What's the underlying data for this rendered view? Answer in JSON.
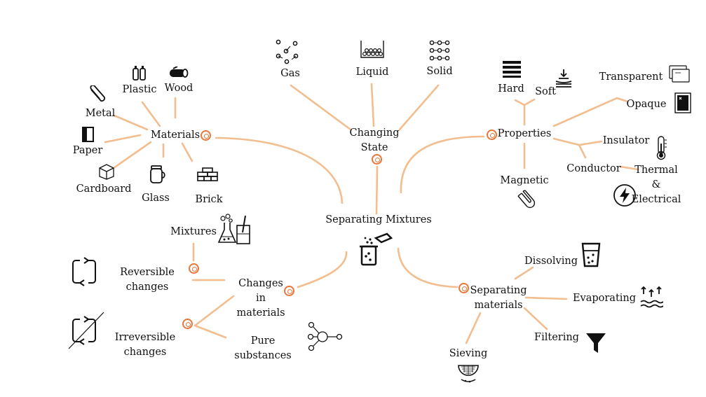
{
  "diagram": {
    "center": {
      "label": "Separating  Mixtures",
      "icon": "filter-beaker-icon"
    },
    "branches": {
      "materials": {
        "label": "Materials",
        "items": [
          {
            "label": "Plastic",
            "icon": "plastic-bottles-icon"
          },
          {
            "label": "Wood",
            "icon": "log-icon"
          },
          {
            "label": "Metal",
            "icon": "paperclip-icon"
          },
          {
            "label": "Paper",
            "icon": "paper-icon"
          },
          {
            "label": "Cardboard",
            "icon": "box-icon"
          },
          {
            "label": "Glass",
            "icon": "jar-icon"
          },
          {
            "label": "Brick",
            "icon": "brick-wall-icon"
          }
        ]
      },
      "changing_state": {
        "label_line1": "Changing",
        "label_line2": "State",
        "items": [
          {
            "label": "Gas",
            "icon": "gas-particles-icon"
          },
          {
            "label": "Liquid",
            "icon": "liquid-particles-icon"
          },
          {
            "label": "Solid",
            "icon": "solid-particles-icon"
          }
        ]
      },
      "properties": {
        "label": "Properties",
        "items": [
          {
            "label": "Hard",
            "icon": "hard-layers-icon"
          },
          {
            "label": "Soft",
            "icon": "soft-press-icon"
          },
          {
            "label": "Transparent",
            "icon": "transparent-panes-icon"
          },
          {
            "label": "Opaque",
            "icon": "opaque-pane-icon"
          },
          {
            "label": "Insulator",
            "icon": "thermometer-icon"
          },
          {
            "label": "Conductor",
            "icon": ""
          },
          {
            "label": "Magnetic",
            "icon": "magnet-icon"
          }
        ],
        "thermal_line1": "Thermal",
        "thermal_line2": "&",
        "thermal_line3": "Electrical",
        "thermal_icon": "lightning-icon"
      },
      "changes": {
        "label_line1": "Changes",
        "label_line2": "in",
        "label_line3": "materials",
        "items": [
          {
            "label": "Mixtures",
            "icon": "chemistry-flasks-icon"
          },
          {
            "label_line1": "Reversible",
            "label_line2": "changes",
            "icon": "reversible-arrows-icon"
          },
          {
            "label_line1": "Irreversible",
            "label_line2": "changes",
            "icon": "irreversible-arrows-icon"
          },
          {
            "label_line1": "Pure",
            "label_line2": "substances",
            "icon": "molecule-icon"
          }
        ]
      },
      "separating": {
        "label_line1": "Separating",
        "label_line2": "materials",
        "items": [
          {
            "label": "Dissolving",
            "icon": "glass-water-icon"
          },
          {
            "label": "Evaporating",
            "icon": "evaporating-water-icon"
          },
          {
            "label": "Filtering",
            "icon": "funnel-icon"
          },
          {
            "label": "Sieving",
            "icon": "sieve-icon"
          }
        ]
      }
    },
    "colors": {
      "connector": "#f2bd8f",
      "target": "#e8773c",
      "ink": "#111111"
    }
  }
}
